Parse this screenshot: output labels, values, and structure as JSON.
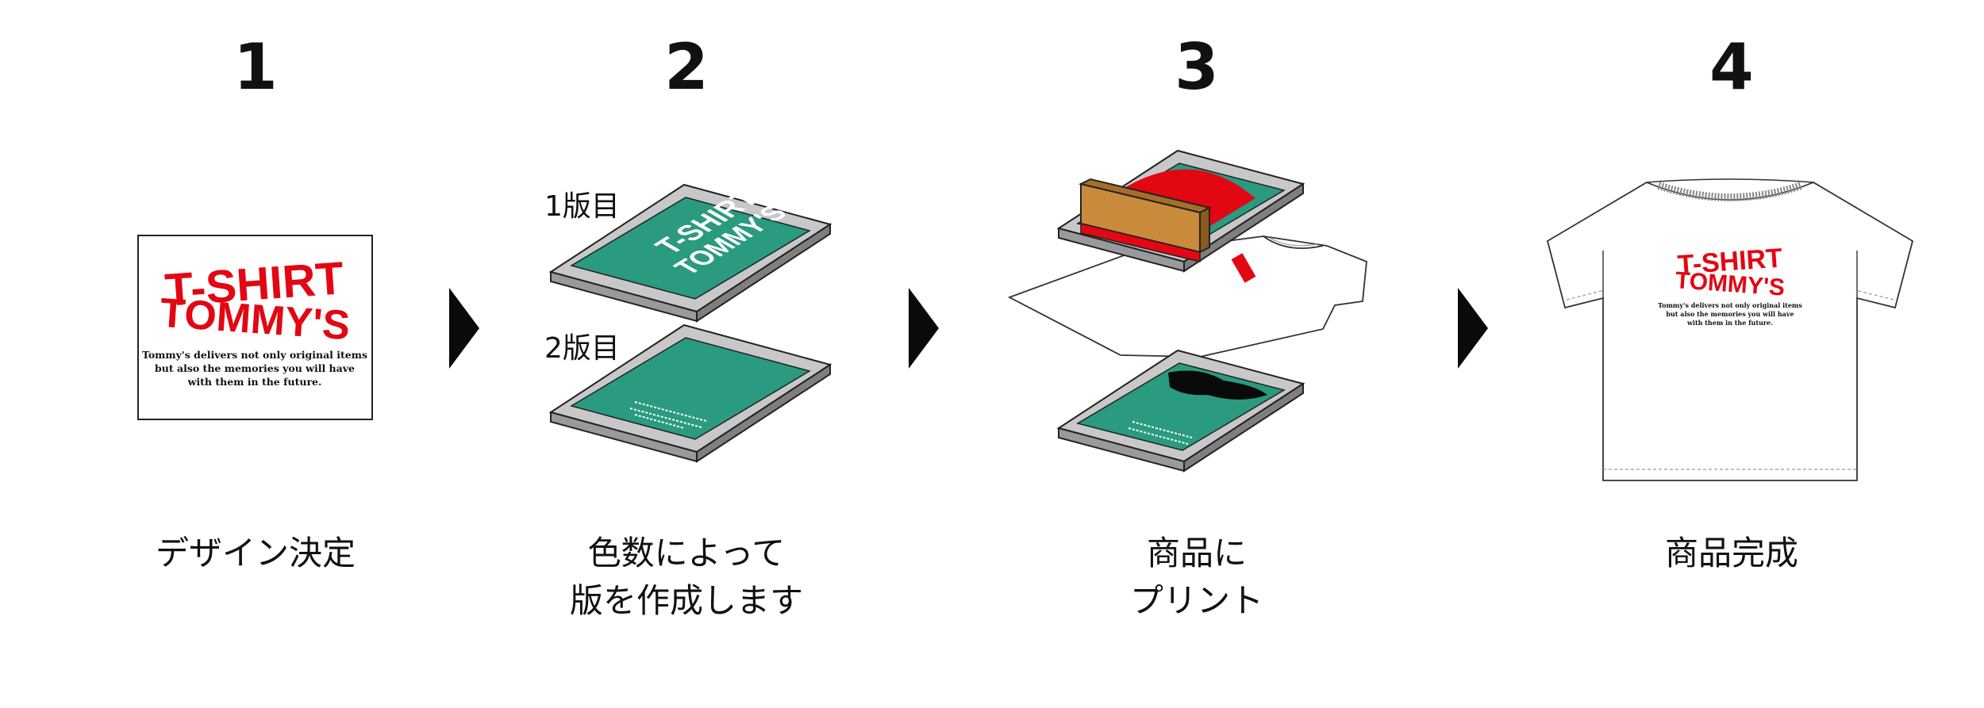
{
  "colors": {
    "green": "#2a9a80",
    "red": "#e30613",
    "frame": "#c8c8c8",
    "squeegee": "#c98a3b",
    "black": "#0a0a0a"
  },
  "steps": [
    {
      "number": "1",
      "caption": "デザイン決定"
    },
    {
      "number": "2",
      "caption": "色数によって\n版を作成します"
    },
    {
      "number": "3",
      "caption": "商品に\nプリント"
    },
    {
      "number": "4",
      "caption": "商品完成"
    }
  ],
  "plate_labels": [
    "1版目",
    "2版目"
  ],
  "design": {
    "logo_line1": "T-SHIRT",
    "logo_line2": "TOMMY'S",
    "tagline_1": "Tommy's delivers not only original items",
    "tagline_2": "but also the memories you will have",
    "tagline_3": "with them in the future."
  },
  "icons": [
    "arrow-right-icon",
    "arrow-right-icon",
    "arrow-right-icon"
  ]
}
